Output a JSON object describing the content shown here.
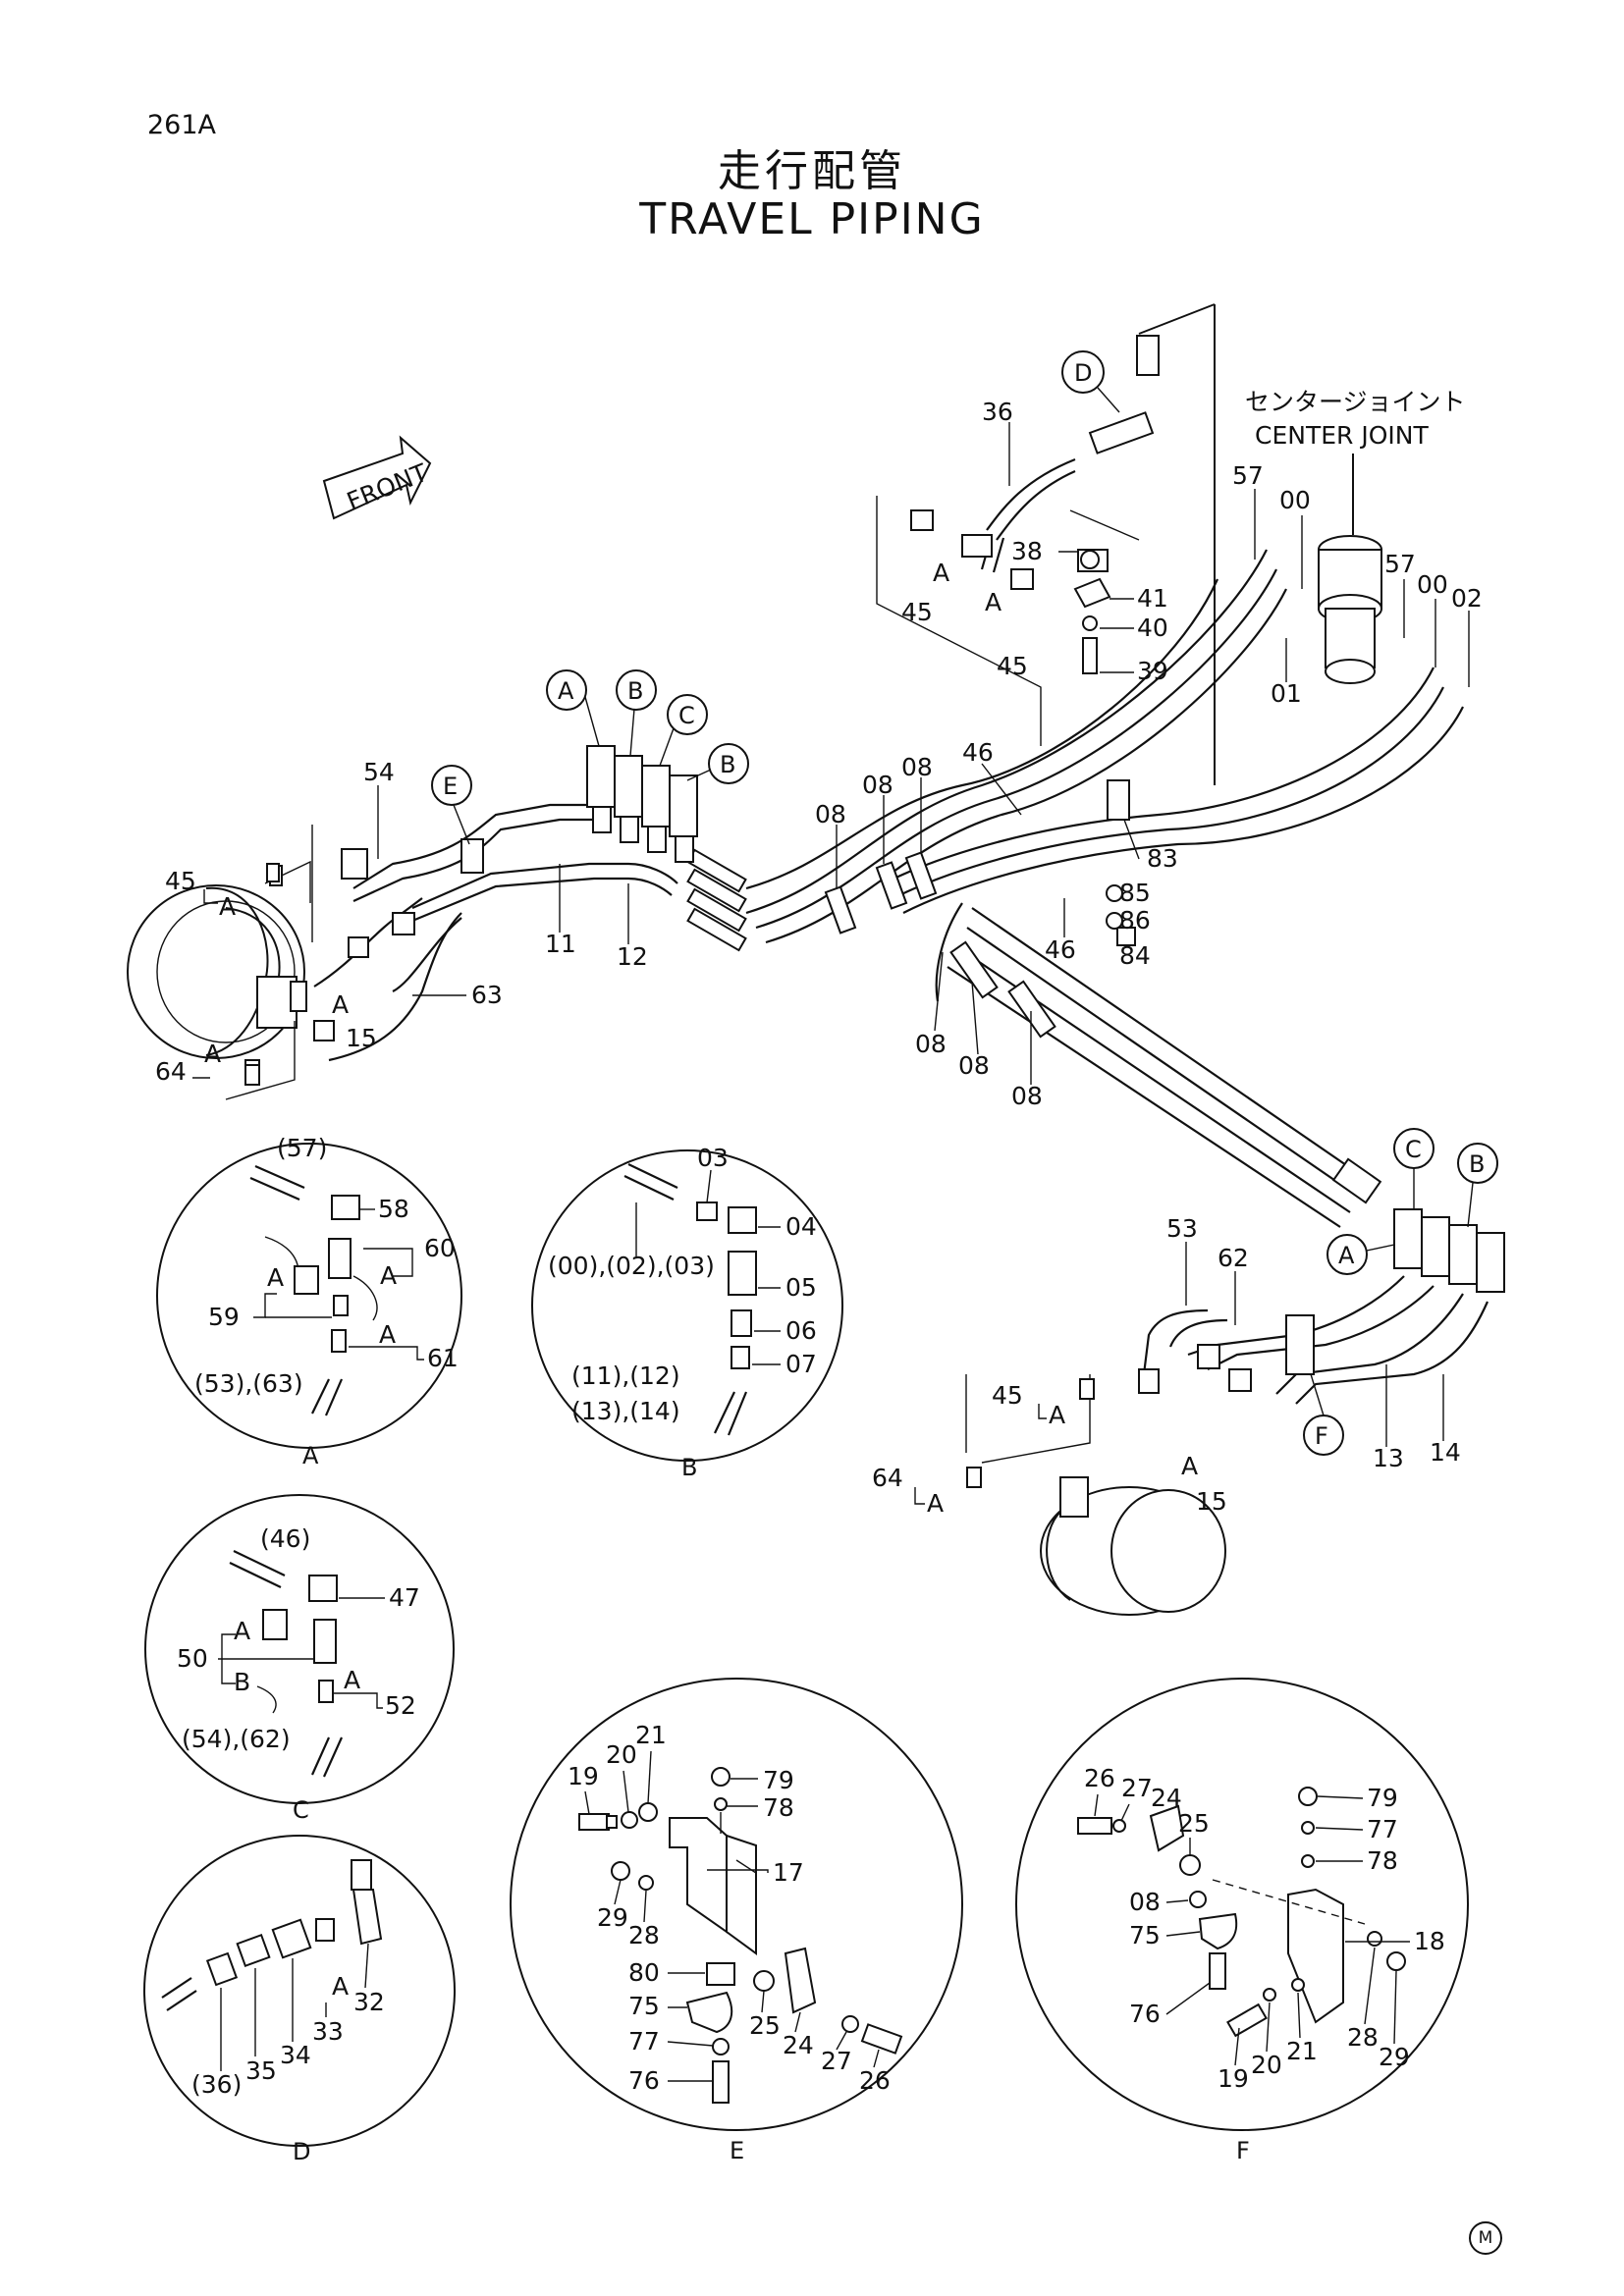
{
  "page_code": "261A",
  "title_ja": "走行配管",
  "title_en": "TRAVEL PIPING",
  "front_label": "FRONT",
  "center_joint": {
    "label_ja": "センタージョイント",
    "label_en": "CENTER JOINT"
  },
  "callouts": [
    "A",
    "B",
    "C",
    "D",
    "E",
    "F"
  ],
  "main_labels": {
    "n36": "36",
    "n38": "38",
    "n41": "41",
    "n40": "40",
    "n39": "39",
    "n45a": "45",
    "n45b": "45",
    "n57a": "57",
    "n00a": "00",
    "n57b": "57",
    "n00b": "00",
    "n02": "02",
    "n01": "01",
    "n46a": "46",
    "n46b": "46",
    "n54": "54",
    "n45c": "45",
    "n08a": "08",
    "n08b": "08",
    "n08c": "08",
    "n08d": "08",
    "n08e": "08",
    "n08f": "08",
    "n83": "83",
    "n85": "85",
    "n86": "86",
    "n84": "84",
    "n11": "11",
    "n12": "12",
    "n63": "63",
    "n15a": "15",
    "n64a": "64",
    "n53": "53",
    "n62": "62",
    "n45d": "45",
    "n64b": "64",
    "n13": "13",
    "n14": "14",
    "n15b": "15"
  },
  "detail_a": {
    "letter": "A",
    "labels": [
      "(57)",
      "58",
      "60",
      "59",
      "61",
      "(53),(63)"
    ]
  },
  "detail_b": {
    "letter": "B",
    "labels": [
      "03",
      "04",
      "(00),(02),(03)",
      "05",
      "06",
      "07",
      "(11),(12)",
      "(13),(14)"
    ]
  },
  "detail_c": {
    "letter": "C",
    "labels": [
      "(46)",
      "47",
      "50",
      "52",
      "(54),(62)"
    ]
  },
  "detail_d": {
    "letter": "D",
    "labels": [
      "32",
      "33",
      "34",
      "35",
      "(36)"
    ]
  },
  "detail_e": {
    "letter": "E",
    "labels": [
      "19",
      "20",
      "21",
      "79",
      "78",
      "17",
      "29",
      "28",
      "80",
      "75",
      "77",
      "76",
      "25",
      "24",
      "27",
      "26"
    ]
  },
  "detail_f": {
    "letter": "F",
    "labels": [
      "26",
      "27",
      "24",
      "25",
      "79",
      "77",
      "78",
      "08",
      "75",
      "18",
      "76",
      "19",
      "20",
      "21",
      "28",
      "29"
    ]
  },
  "corner_mark": "M"
}
